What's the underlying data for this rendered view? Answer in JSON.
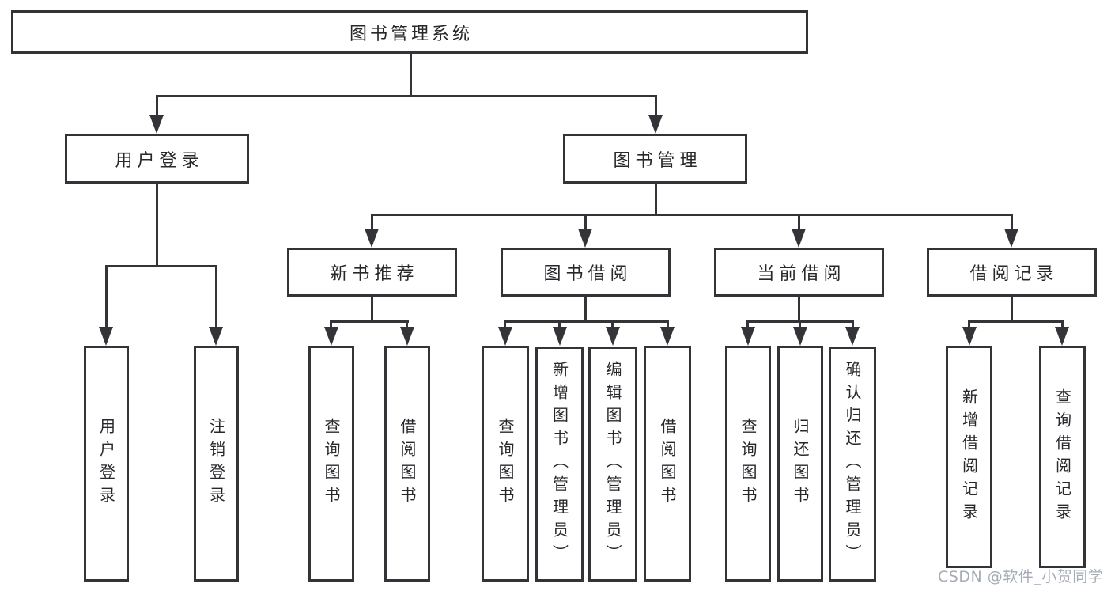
{
  "diagram": {
    "type": "hierarchy-flowchart",
    "root": {
      "label": "图书管理系统"
    },
    "branches": [
      {
        "label": "用户登录",
        "children": [
          {
            "label": "用户登录"
          },
          {
            "label": "注销登录"
          }
        ]
      },
      {
        "label": "图书管理",
        "children": [
          {
            "label": "新书推荐",
            "children": [
              {
                "label": "查询图书"
              },
              {
                "label": "借阅图书"
              }
            ]
          },
          {
            "label": "图书借阅",
            "children": [
              {
                "label": "查询图书"
              },
              {
                "label": "新增图书（管理员）"
              },
              {
                "label": "编辑图书（管理员）"
              },
              {
                "label": "借阅图书"
              }
            ]
          },
          {
            "label": "当前借阅",
            "children": [
              {
                "label": "查询图书"
              },
              {
                "label": "归还图书"
              },
              {
                "label": "确认归还（管理员）"
              }
            ]
          },
          {
            "label": "借阅记录",
            "children": [
              {
                "label": "新增借阅记录"
              },
              {
                "label": "查询借阅记录"
              }
            ]
          }
        ]
      }
    ]
  },
  "watermark": {
    "text": "CSDN @软件_小贺同学"
  },
  "colors": {
    "line": "#343438",
    "text": "#28282c",
    "box_background": "#ffffff",
    "page_background": "#ffffff",
    "watermark": "#a6acb6"
  }
}
